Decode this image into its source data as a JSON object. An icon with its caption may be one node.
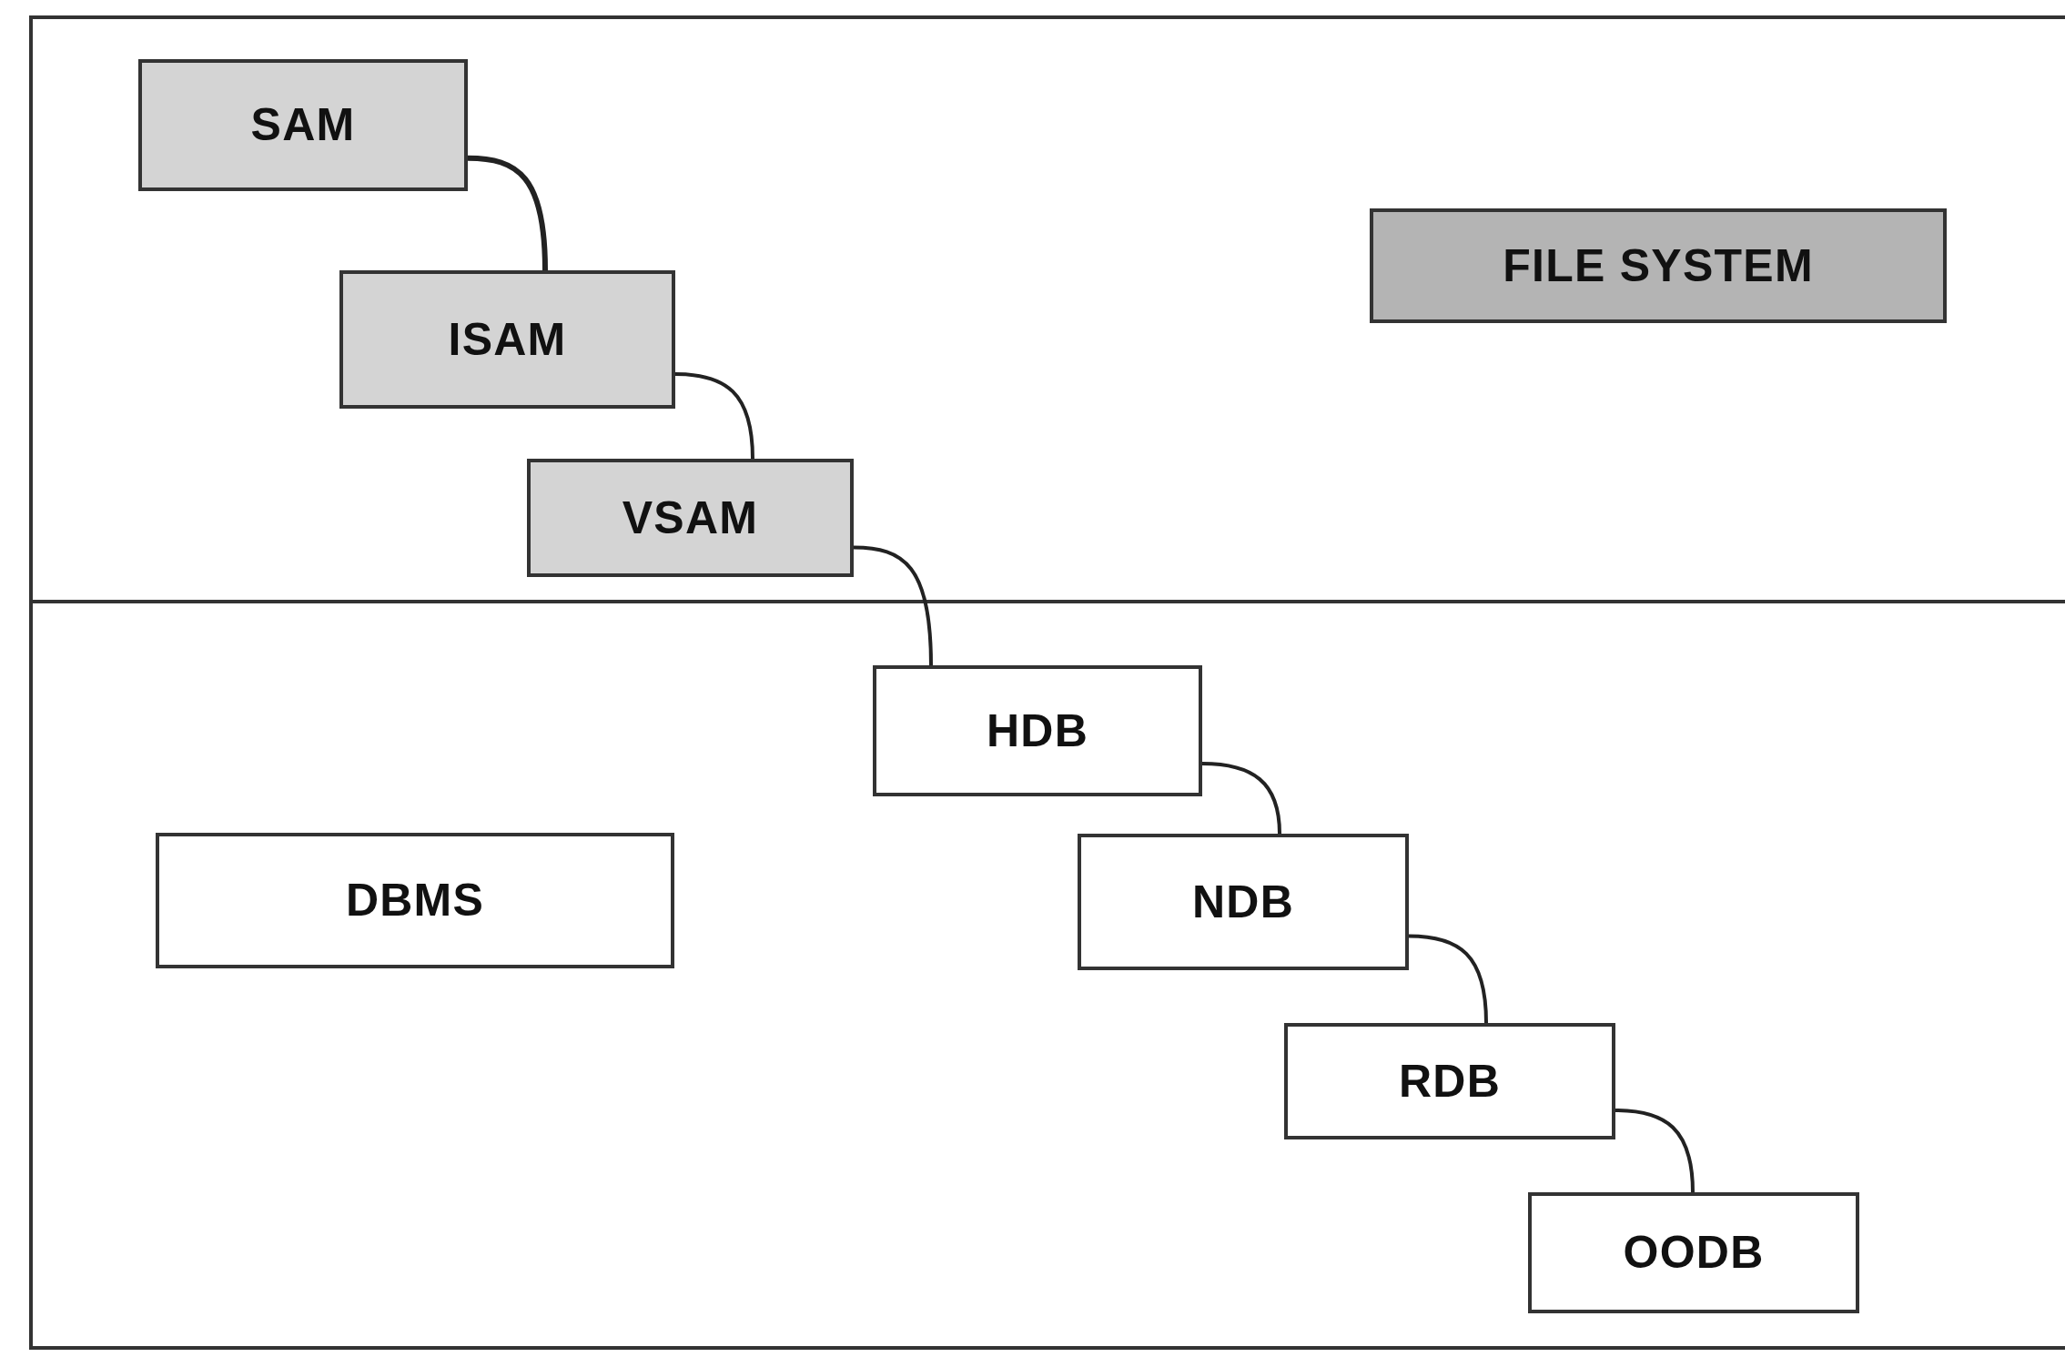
{
  "diagram": {
    "nodes": [
      {
        "text": [
          "SAM"
        ]
      },
      {
        "text": [
          "FILE SYSTEM"
        ]
      },
      {
        "text": [
          "ISAM"
        ]
      },
      {
        "text": [
          "VSAM"
        ]
      },
      {
        "text": [
          "HDB"
        ]
      },
      {
        "text": [
          "DBMS"
        ]
      },
      {
        "text": [
          "NDB"
        ]
      },
      {
        "text": [
          "RDB"
        ]
      },
      {
        "text": [
          "OODB"
        ]
      }
    ],
    "edges": [
      {
        "from": 0,
        "to": 2,
        "arrow": "none"
      },
      {
        "from": 2,
        "to": 3,
        "arrow": "none"
      },
      {
        "from": 3,
        "to": 4,
        "arrow": "none"
      },
      {
        "from": 4,
        "to": 6,
        "arrow": "none"
      },
      {
        "from": 6,
        "to": 7,
        "arrow": "none"
      },
      {
        "from": 7,
        "to": 8,
        "arrow": "none"
      }
    ]
  }
}
